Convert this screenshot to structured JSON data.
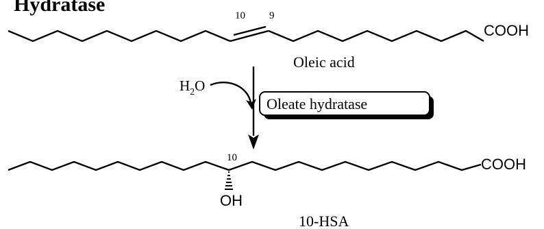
{
  "heading": "Hydratase",
  "top_molecule": {
    "locant_left": "10",
    "locant_right": "9",
    "terminal_group": "COOH",
    "name": "Oleic acid"
  },
  "reaction": {
    "reagent_prefix": "H",
    "reagent_subscript": "2",
    "reagent_suffix": "O",
    "enzyme": "Oleate hydratase"
  },
  "bottom_molecule": {
    "locant": "10",
    "terminal_group": "COOH",
    "hydroxyl": "OH",
    "name": "10-HSA"
  }
}
